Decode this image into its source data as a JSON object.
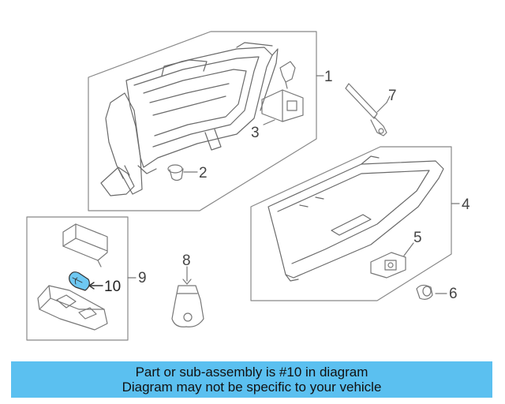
{
  "diagram": {
    "parts": [
      {
        "id": "part-1",
        "label": "1"
      },
      {
        "id": "part-2",
        "label": "2"
      },
      {
        "id": "part-3",
        "label": "3"
      },
      {
        "id": "part-4",
        "label": "4"
      },
      {
        "id": "part-5",
        "label": "5"
      },
      {
        "id": "part-6",
        "label": "6"
      },
      {
        "id": "part-7",
        "label": "7"
      },
      {
        "id": "part-8",
        "label": "8"
      },
      {
        "id": "part-9",
        "label": "9"
      },
      {
        "id": "part-10",
        "label": "10"
      }
    ],
    "highlighted_part": "10"
  },
  "caption": {
    "line1": "Part or sub-assembly is #10 in diagram",
    "line2": "Diagram may not be specific to your vehicle"
  },
  "colors": {
    "caption_background": "#5bc0f0",
    "highlight_fill": "#6ec8f2",
    "line": "#666666"
  }
}
